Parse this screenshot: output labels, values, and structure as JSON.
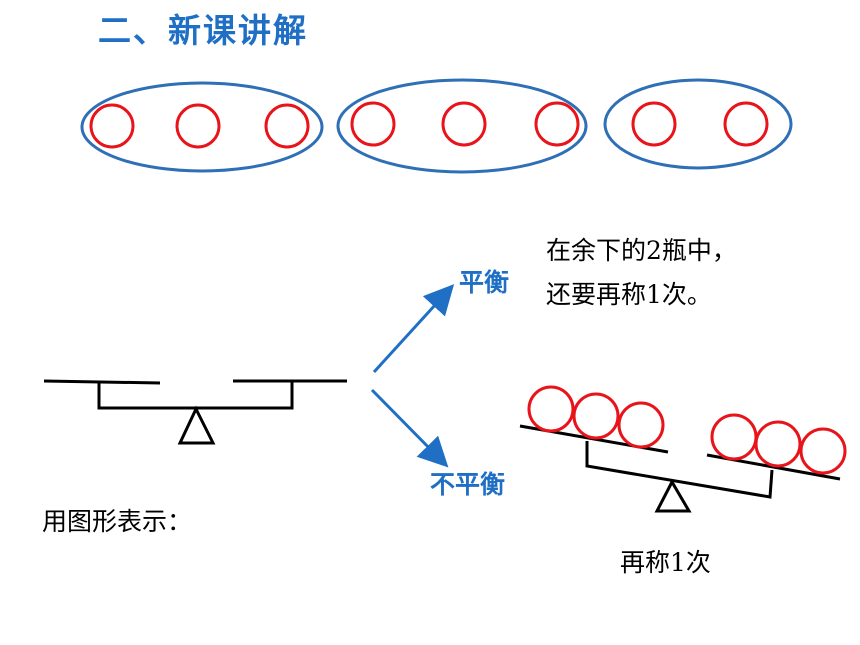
{
  "section_title": "二、新课讲解",
  "balanced_label": "平衡",
  "unbalanced_label": "不平衡",
  "balanced_note": {
    "line1": "在余下的2瓶中，",
    "line2": "还要再称1次。"
  },
  "representation_label": "用图形表示：",
  "reweigh_label": "再称1次",
  "groups": [
    {
      "count": 3
    },
    {
      "count": 3
    },
    {
      "count": 2
    }
  ],
  "colors": {
    "title": "#1f6fc5",
    "group_ellipse": "#2f6fb5",
    "bottle_circle": "#e8141a",
    "arrow": "#1f6fc5",
    "scale": "#000000"
  }
}
